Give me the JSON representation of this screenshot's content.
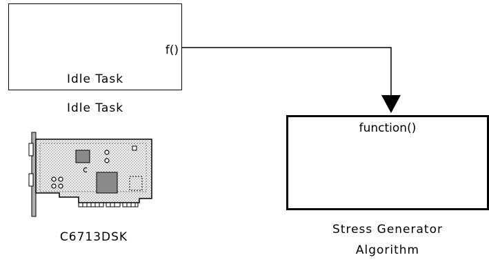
{
  "diagram": {
    "idle_task_block": {
      "output_port": "f()",
      "inner_label": "Idle Task",
      "caption": "Idle Task"
    },
    "target_board": {
      "icon": "dsp-board-icon",
      "caption": "C6713DSK"
    },
    "stress_block": {
      "input_port": "function()",
      "caption_line1": "Stress Generator",
      "caption_line2": "Algorithm"
    },
    "connection": {
      "from": "Idle Task",
      "to": "Stress Generator Algorithm",
      "color": "#000000"
    }
  }
}
